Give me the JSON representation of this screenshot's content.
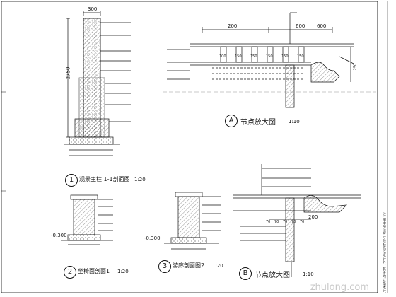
{
  "details": {
    "d1": {
      "num": "1",
      "title": "观景主柱 1-1剖面图",
      "scale": "1:20"
    },
    "d2": {
      "num": "2",
      "title": "坐椅面剖面1",
      "scale": "1:20"
    },
    "d3": {
      "num": "3",
      "title": "游廊剖面图2",
      "scale": "1:20"
    },
    "dA": {
      "num": "A",
      "title": "节点放大图",
      "scale": "1:10"
    },
    "dB": {
      "num": "B",
      "title": "节点放大图",
      "scale": "1:10"
    }
  },
  "dims": {
    "col_top": "300",
    "col_height": "2750",
    "a_dim1": "200",
    "a_dim2": "600",
    "a_dim3": "600",
    "a_row": [
      "100",
      "150",
      "150",
      "150",
      "150",
      "150"
    ],
    "a_side": "250",
    "b_row": [
      "70",
      "70",
      "70",
      "70",
      "70"
    ],
    "b_dim": "200",
    "d3_level": "-0.300",
    "d2_level": "-0.300"
  },
  "footer_note": "注: 图中所注尺寸除标高以米计外，其余均以毫米计。",
  "watermark": "zhulong.com",
  "colors": {
    "line": "#111111",
    "hatch": "#555555",
    "watermark": "#c9c9c9"
  }
}
